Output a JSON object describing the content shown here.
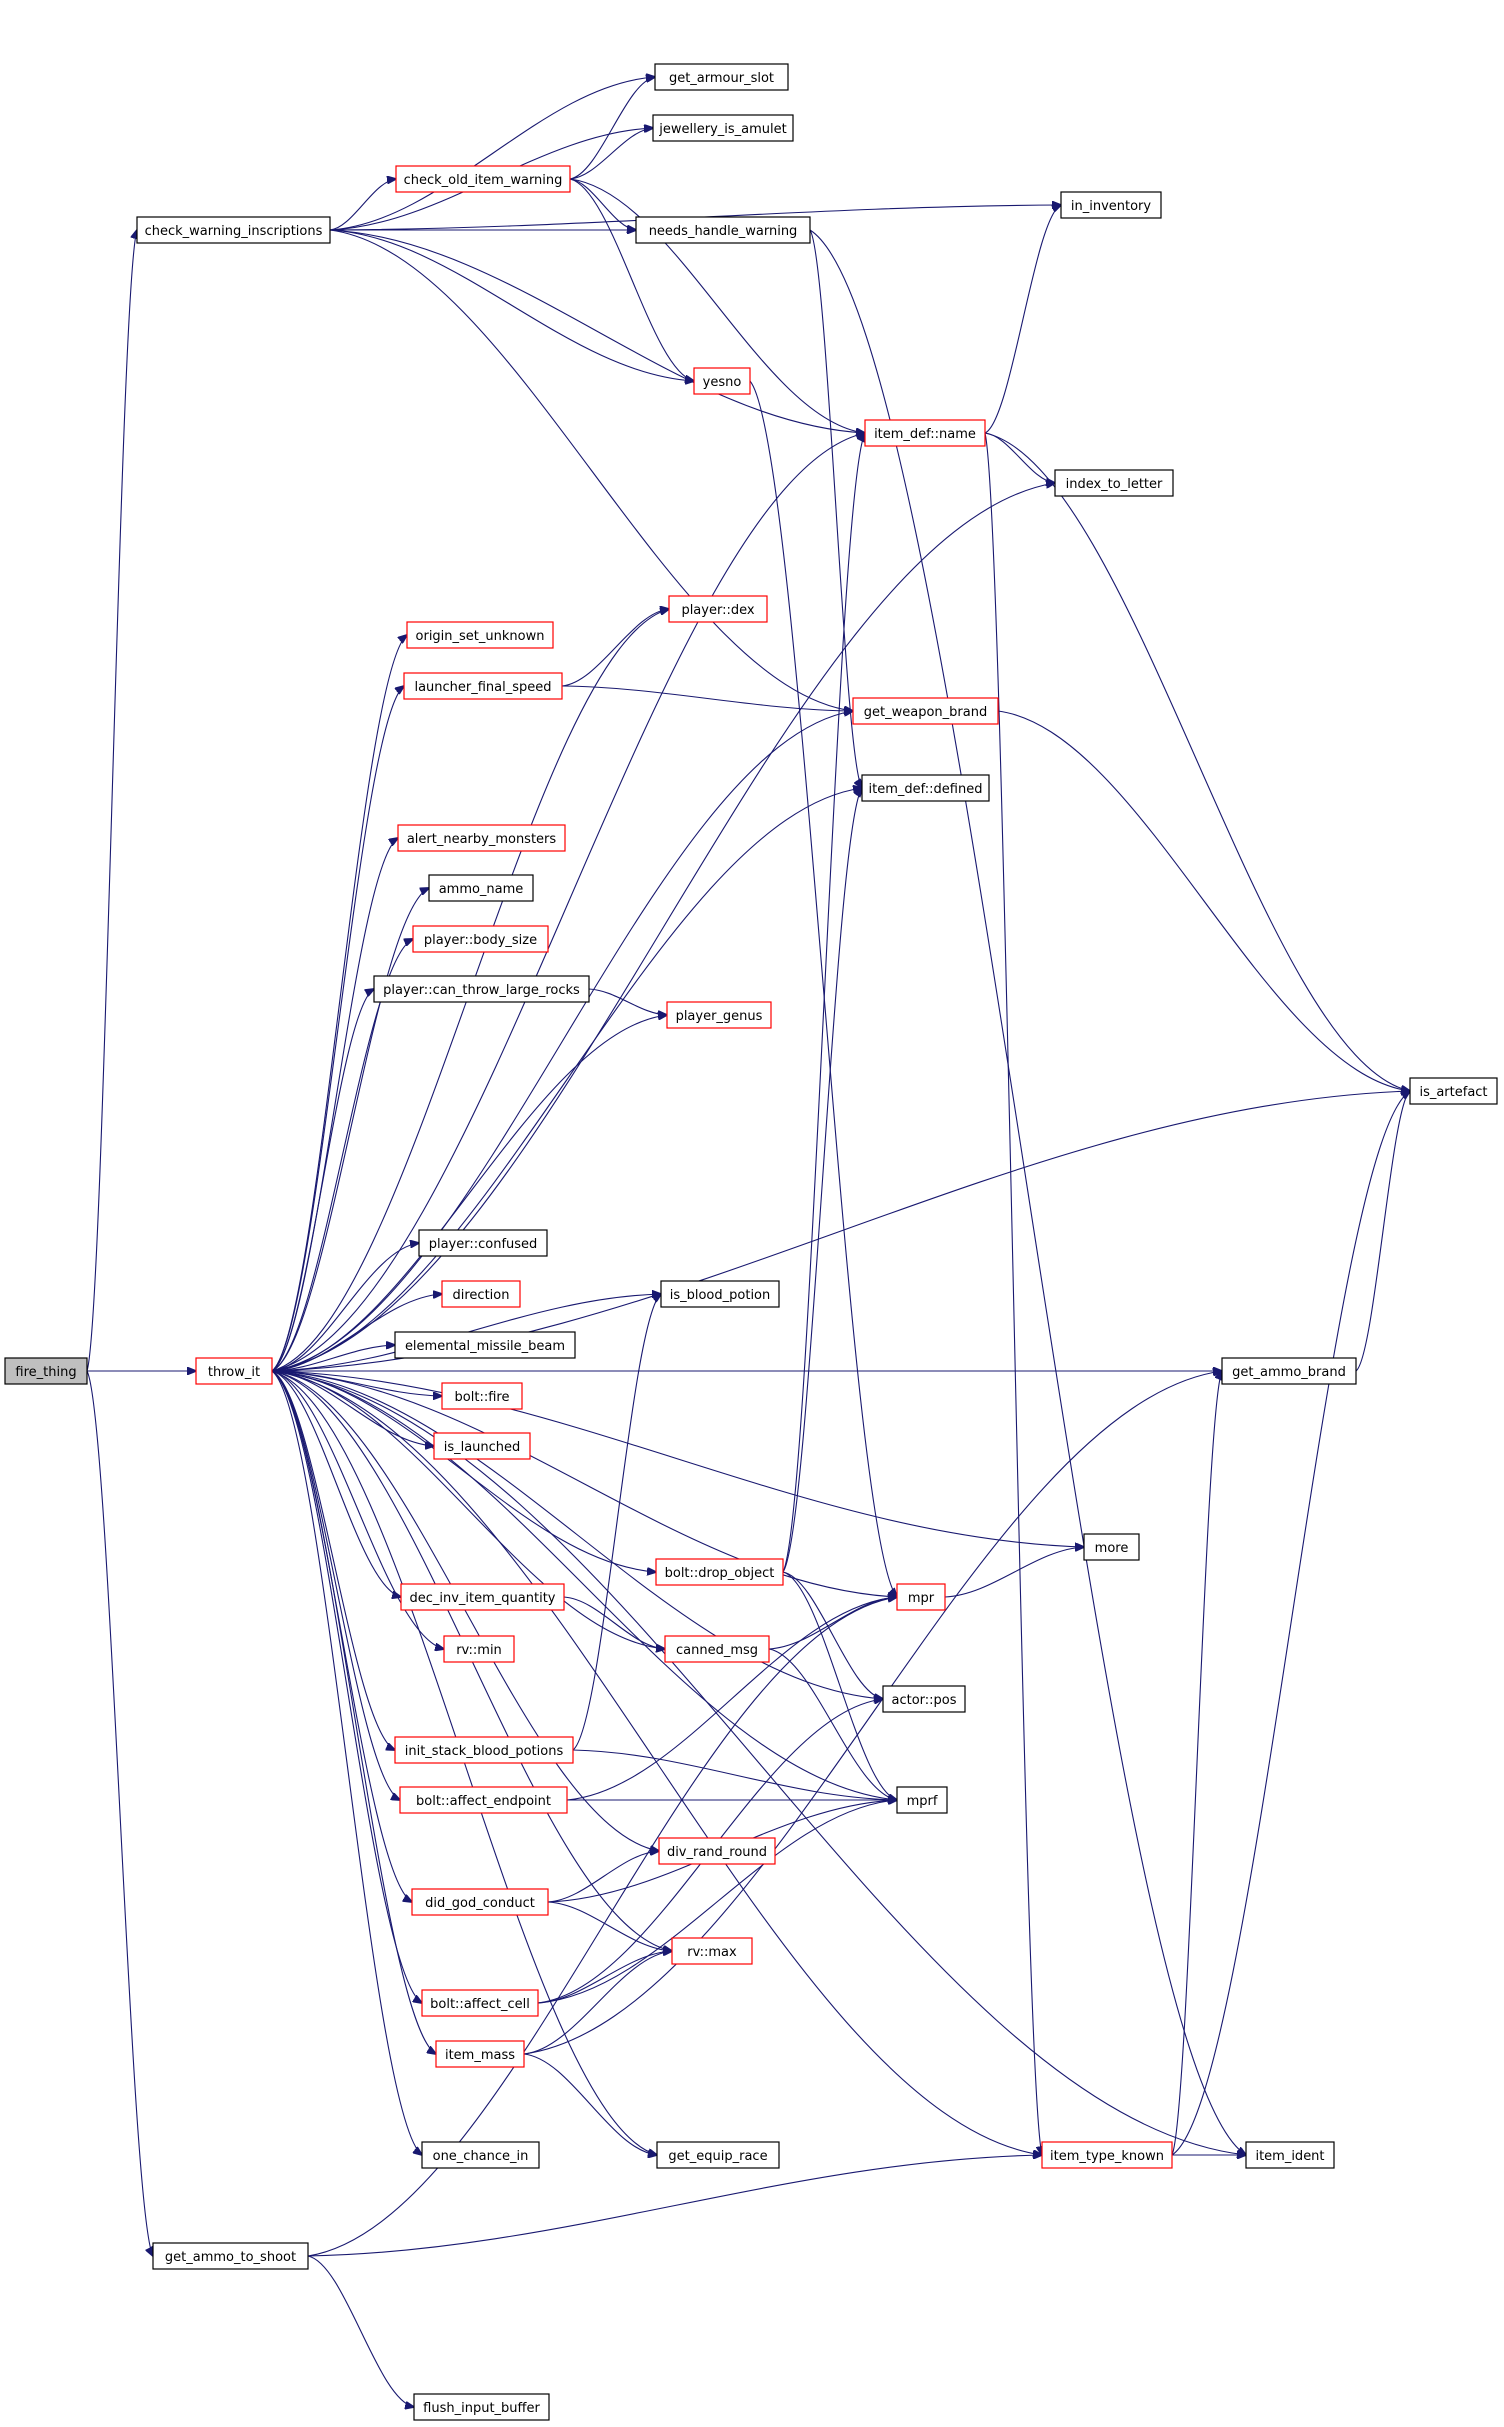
{
  "nodes": {
    "fire_thing": {
      "label": "fire_thing",
      "style": "root"
    },
    "throw_it": {
      "label": "throw_it",
      "style": "red"
    },
    "check_warning_inscriptions": {
      "label": "check_warning_inscriptions",
      "style": "black"
    },
    "get_ammo_to_shoot": {
      "label": "get_ammo_to_shoot",
      "style": "black"
    },
    "get_armour_slot": {
      "label": "get_armour_slot",
      "style": "black"
    },
    "jewellery_is_amulet": {
      "label": "jewellery_is_amulet",
      "style": "black"
    },
    "check_old_item_warning": {
      "label": "check_old_item_warning",
      "style": "red"
    },
    "needs_handle_warning": {
      "label": "needs_handle_warning",
      "style": "black"
    },
    "in_inventory": {
      "label": "in_inventory",
      "style": "black"
    },
    "yesno": {
      "label": "yesno",
      "style": "red"
    },
    "item_def_name": {
      "label": "item_def::name",
      "style": "red"
    },
    "index_to_letter": {
      "label": "index_to_letter",
      "style": "black"
    },
    "player_dex": {
      "label": "player::dex",
      "style": "red"
    },
    "origin_set_unknown": {
      "label": "origin_set_unknown",
      "style": "red"
    },
    "launcher_final_speed": {
      "label": "launcher_final_speed",
      "style": "red"
    },
    "get_weapon_brand": {
      "label": "get_weapon_brand",
      "style": "red"
    },
    "item_def_defined": {
      "label": "item_def::defined",
      "style": "black"
    },
    "alert_nearby_monsters": {
      "label": "alert_nearby_monsters",
      "style": "red"
    },
    "ammo_name": {
      "label": "ammo_name",
      "style": "black"
    },
    "player_body_size": {
      "label": "player::body_size",
      "style": "red"
    },
    "player_can_throw_large_rocks": {
      "label": "player::can_throw_large_rocks",
      "style": "black"
    },
    "player_genus": {
      "label": "player_genus",
      "style": "red"
    },
    "is_artefact": {
      "label": "is_artefact",
      "style": "black"
    },
    "player_confused": {
      "label": "player::confused",
      "style": "black"
    },
    "direction": {
      "label": "direction",
      "style": "red"
    },
    "is_blood_potion": {
      "label": "is_blood_potion",
      "style": "black"
    },
    "elemental_missile_beam": {
      "label": "elemental_missile_beam",
      "style": "black"
    },
    "bolt_fire": {
      "label": "bolt::fire",
      "style": "red"
    },
    "get_ammo_brand": {
      "label": "get_ammo_brand",
      "style": "black"
    },
    "is_launched": {
      "label": "is_launched",
      "style": "red"
    },
    "more": {
      "label": "more",
      "style": "black"
    },
    "bolt_drop_object": {
      "label": "bolt::drop_object",
      "style": "red"
    },
    "dec_inv_item_quantity": {
      "label": "dec_inv_item_quantity",
      "style": "red"
    },
    "mpr": {
      "label": "mpr",
      "style": "red"
    },
    "rv_min": {
      "label": "rv::min",
      "style": "red"
    },
    "canned_msg": {
      "label": "canned_msg",
      "style": "red"
    },
    "actor_pos": {
      "label": "actor::pos",
      "style": "black"
    },
    "init_stack_blood_potions": {
      "label": "init_stack_blood_potions",
      "style": "red"
    },
    "bolt_affect_endpoint": {
      "label": "bolt::affect_endpoint",
      "style": "red"
    },
    "mprf": {
      "label": "mprf",
      "style": "black"
    },
    "div_rand_round": {
      "label": "div_rand_round",
      "style": "red"
    },
    "did_god_conduct": {
      "label": "did_god_conduct",
      "style": "red"
    },
    "rv_max": {
      "label": "rv::max",
      "style": "red"
    },
    "bolt_affect_cell": {
      "label": "bolt::affect_cell",
      "style": "red"
    },
    "item_mass": {
      "label": "item_mass",
      "style": "red"
    },
    "one_chance_in": {
      "label": "one_chance_in",
      "style": "black"
    },
    "get_equip_race": {
      "label": "get_equip_race",
      "style": "black"
    },
    "item_type_known": {
      "label": "item_type_known",
      "style": "red"
    },
    "item_ident": {
      "label": "item_ident",
      "style": "black"
    },
    "flush_input_buffer": {
      "label": "flush_input_buffer",
      "style": "black"
    }
  },
  "edges": [
    [
      "fire_thing",
      "throw_it"
    ],
    [
      "fire_thing",
      "check_warning_inscriptions"
    ],
    [
      "fire_thing",
      "get_ammo_to_shoot"
    ],
    [
      "check_warning_inscriptions",
      "get_armour_slot"
    ],
    [
      "check_warning_inscriptions",
      "jewellery_is_amulet"
    ],
    [
      "check_warning_inscriptions",
      "check_old_item_warning"
    ],
    [
      "check_warning_inscriptions",
      "needs_handle_warning"
    ],
    [
      "check_warning_inscriptions",
      "in_inventory"
    ],
    [
      "check_warning_inscriptions",
      "yesno"
    ],
    [
      "check_warning_inscriptions",
      "item_def_name"
    ],
    [
      "check_warning_inscriptions",
      "get_weapon_brand"
    ],
    [
      "check_old_item_warning",
      "get_armour_slot"
    ],
    [
      "check_old_item_warning",
      "jewellery_is_amulet"
    ],
    [
      "check_old_item_warning",
      "needs_handle_warning"
    ],
    [
      "check_old_item_warning",
      "yesno"
    ],
    [
      "check_old_item_warning",
      "item_def_name"
    ],
    [
      "needs_handle_warning",
      "item_def_defined"
    ],
    [
      "needs_handle_warning",
      "item_ident"
    ],
    [
      "yesno",
      "mpr"
    ],
    [
      "item_def_name",
      "in_inventory"
    ],
    [
      "item_def_name",
      "index_to_letter"
    ],
    [
      "item_def_name",
      "is_artefact"
    ],
    [
      "item_def_name",
      "item_type_known"
    ],
    [
      "launcher_final_speed",
      "player_dex"
    ],
    [
      "launcher_final_speed",
      "get_weapon_brand"
    ],
    [
      "get_weapon_brand",
      "is_artefact"
    ],
    [
      "player_can_throw_large_rocks",
      "player_genus"
    ],
    [
      "throw_it",
      "item_def_name"
    ],
    [
      "throw_it",
      "index_to_letter"
    ],
    [
      "throw_it",
      "player_dex"
    ],
    [
      "throw_it",
      "origin_set_unknown"
    ],
    [
      "throw_it",
      "launcher_final_speed"
    ],
    [
      "throw_it",
      "get_weapon_brand"
    ],
    [
      "throw_it",
      "item_def_defined"
    ],
    [
      "throw_it",
      "alert_nearby_monsters"
    ],
    [
      "throw_it",
      "ammo_name"
    ],
    [
      "throw_it",
      "player_body_size"
    ],
    [
      "throw_it",
      "player_can_throw_large_rocks"
    ],
    [
      "throw_it",
      "player_genus"
    ],
    [
      "throw_it",
      "is_artefact"
    ],
    [
      "throw_it",
      "is_blood_potion"
    ],
    [
      "throw_it",
      "player_confused"
    ],
    [
      "throw_it",
      "direction"
    ],
    [
      "throw_it",
      "elemental_missile_beam"
    ],
    [
      "throw_it",
      "bolt_fire"
    ],
    [
      "throw_it",
      "is_launched"
    ],
    [
      "throw_it",
      "get_ammo_brand"
    ],
    [
      "throw_it",
      "more"
    ],
    [
      "throw_it",
      "bolt_drop_object"
    ],
    [
      "throw_it",
      "dec_inv_item_quantity"
    ],
    [
      "throw_it",
      "rv_min"
    ],
    [
      "throw_it",
      "canned_msg"
    ],
    [
      "throw_it",
      "init_stack_blood_potions"
    ],
    [
      "throw_it",
      "bolt_affect_endpoint"
    ],
    [
      "throw_it",
      "actor_pos"
    ],
    [
      "throw_it",
      "div_rand_round"
    ],
    [
      "throw_it",
      "did_god_conduct"
    ],
    [
      "throw_it",
      "rv_max"
    ],
    [
      "throw_it",
      "bolt_affect_cell"
    ],
    [
      "throw_it",
      "item_mass"
    ],
    [
      "throw_it",
      "one_chance_in"
    ],
    [
      "throw_it",
      "get_equip_race"
    ],
    [
      "throw_it",
      "item_type_known"
    ],
    [
      "throw_it",
      "item_ident"
    ],
    [
      "throw_it",
      "mpr"
    ],
    [
      "throw_it",
      "mprf"
    ],
    [
      "bolt_drop_object",
      "item_def_name"
    ],
    [
      "bolt_drop_object",
      "item_def_defined"
    ],
    [
      "bolt_drop_object",
      "actor_pos"
    ],
    [
      "bolt_drop_object",
      "mprf"
    ],
    [
      "dec_inv_item_quantity",
      "canned_msg"
    ],
    [
      "canned_msg",
      "mpr"
    ],
    [
      "canned_msg",
      "mprf"
    ],
    [
      "mpr",
      "more"
    ],
    [
      "init_stack_blood_potions",
      "is_blood_potion"
    ],
    [
      "init_stack_blood_potions",
      "mprf"
    ],
    [
      "bolt_affect_endpoint",
      "mprf"
    ],
    [
      "bolt_affect_endpoint",
      "mpr"
    ],
    [
      "did_god_conduct",
      "div_rand_round"
    ],
    [
      "did_god_conduct",
      "mprf"
    ],
    [
      "did_god_conduct",
      "rv_max"
    ],
    [
      "bolt_affect_cell",
      "rv_max"
    ],
    [
      "bolt_affect_cell",
      "mprf"
    ],
    [
      "bolt_affect_cell",
      "actor_pos"
    ],
    [
      "item_mass",
      "rv_max"
    ],
    [
      "item_mass",
      "get_equip_race"
    ],
    [
      "item_mass",
      "get_ammo_brand"
    ],
    [
      "get_ammo_brand",
      "is_artefact"
    ],
    [
      "item_type_known",
      "item_ident"
    ],
    [
      "item_type_known",
      "get_ammo_brand"
    ],
    [
      "item_type_known",
      "is_artefact"
    ],
    [
      "get_ammo_to_shoot",
      "item_type_known"
    ],
    [
      "get_ammo_to_shoot",
      "flush_input_buffer"
    ],
    [
      "get_ammo_to_shoot",
      "mpr"
    ]
  ]
}
